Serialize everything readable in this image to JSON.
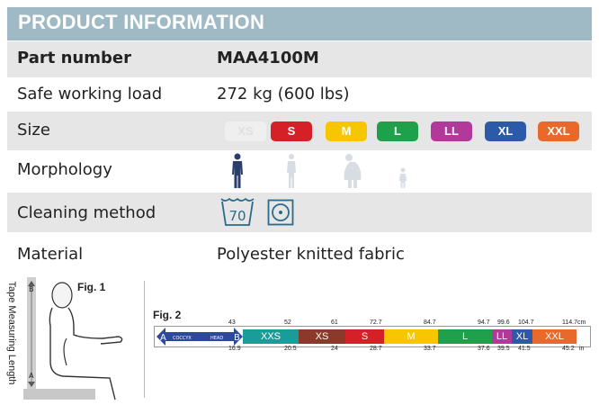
{
  "header": {
    "title": "PRODUCT INFORMATION",
    "color": "#9fb9c5"
  },
  "rows": {
    "part_number": {
      "label": "Part number",
      "value": "MAA4100M"
    },
    "safe_working_load": {
      "label": "Safe working load",
      "value": "272 kg (600 lbs)"
    },
    "size": {
      "label": "Size"
    },
    "morphology": {
      "label": "Morphology"
    },
    "cleaning": {
      "label": "Cleaning method",
      "wash_temp": "70"
    },
    "material": {
      "label": "Material",
      "value": "Polyester knitted fabric"
    }
  },
  "sizes": [
    {
      "label": "XS",
      "color": "#efefef",
      "active": false
    },
    {
      "label": "S",
      "color": "#d62027"
    },
    {
      "label": "M",
      "color": "#f6c700"
    },
    {
      "label": "L",
      "color": "#1fa04a"
    },
    {
      "label": "LL",
      "color": "#b0399a"
    },
    {
      "label": "XL",
      "color": "#2d5aa8"
    },
    {
      "label": "XXL",
      "color": "#e8692a"
    }
  ],
  "figures": {
    "fig1": {
      "label": "Fig. 1",
      "tape_label": "Tape Measuring Length",
      "marker_top": "B",
      "marker_bottom": "A"
    },
    "fig2": {
      "label": "Fig. 2",
      "arrow_left": "A",
      "arrow_right": "B",
      "coccyx": "COCCYX",
      "head": "HEAD",
      "unit_cm": "cm",
      "unit_in": "in",
      "cm_ticks": [
        "43",
        "52",
        "61",
        "72.7",
        "84.7",
        "94.7",
        "99.6",
        "104.7",
        "114.7"
      ],
      "in_ticks": [
        "16.9",
        "20.5",
        "24",
        "28.7",
        "33.7",
        "37.6",
        "39.5",
        "41.5",
        "45.2"
      ],
      "segments": [
        {
          "label": "XXS",
          "color": "#1a9c9a"
        },
        {
          "label": "XS",
          "color": "#8b3a2a"
        },
        {
          "label": "S",
          "color": "#d62027"
        },
        {
          "label": "M",
          "color": "#f6c700"
        },
        {
          "label": "L",
          "color": "#1fa04a"
        },
        {
          "label": "LL",
          "color": "#b0399a"
        },
        {
          "label": "XL",
          "color": "#2d5aa8"
        },
        {
          "label": "XXL",
          "color": "#e8692a"
        }
      ]
    }
  }
}
